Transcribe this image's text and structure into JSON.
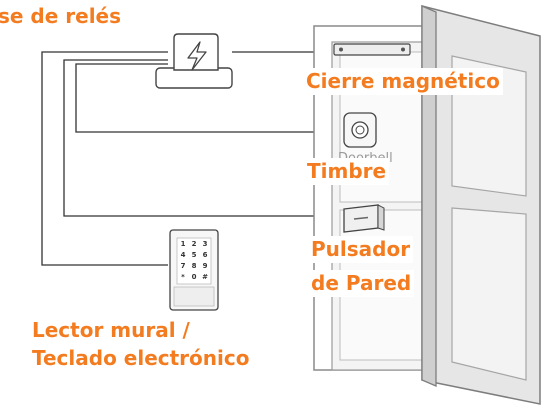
{
  "colors": {
    "accent": "#f47c20",
    "line": "#333333",
    "door_frame": "#8a8a8a",
    "door_fill": "#f2f2f2"
  },
  "labels": {
    "relay_base": "se de relés",
    "magnetic_lock": "Cierre magnético",
    "doorbell_hidden": "Doorbell",
    "doorbell": "Timbre",
    "wall_button_line1": "Pulsador",
    "wall_button_line2": "de Pared",
    "reader_line1": "Lector mural /",
    "reader_line2": "Teclado electrónico"
  },
  "icons": {
    "relay": "lightning-bolt-icon",
    "doorbell": "round-doorbell-icon",
    "exit_button": "push-button-icon",
    "keypad": "keypad-icon"
  },
  "keypad": {
    "keys": [
      "1",
      "2",
      "3",
      "4",
      "5",
      "6",
      "7",
      "8",
      "9",
      "*",
      "0",
      "#"
    ]
  }
}
